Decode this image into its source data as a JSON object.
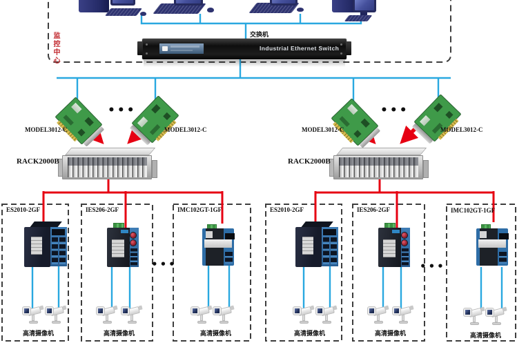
{
  "colors": {
    "blue_line": "#29A8E0",
    "red_line": "#E60012",
    "dash_gray": "#3D3D3D",
    "red_text": "#C1272D"
  },
  "monitoring_center": {
    "label": "监控中心",
    "switch_label": "交换机",
    "switch_name": "Industrial Ethernet Switch"
  },
  "cards": {
    "labels": [
      "MODEL3012-C",
      "MODEL3012-C",
      "MODEL3012-C",
      "MODEL3012-C"
    ]
  },
  "racks": [
    "RACK2000B",
    "RACK2000B"
  ],
  "boxes": [
    {
      "type": "ES2010-2GF",
      "camera_label": "高清摄像机"
    },
    {
      "type": "IES206-2GF",
      "camera_label": "高清摄像机"
    },
    {
      "type": "IMC102GT-1GF",
      "camera_label": "高清摄像机"
    },
    {
      "type": "ES2010-2GF",
      "camera_label": "高清摄像机"
    },
    {
      "type": "IES206-2GF",
      "camera_label": "高清摄像机"
    },
    {
      "type": "IMC102GT-1GF",
      "camera_label": "高清摄像机"
    }
  ],
  "ellipsis": "•••"
}
